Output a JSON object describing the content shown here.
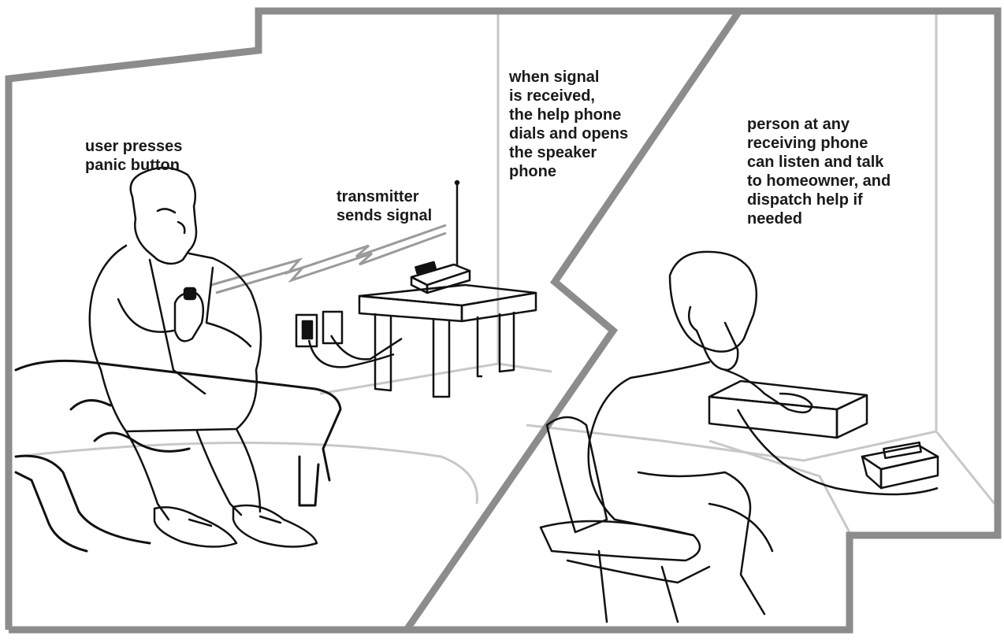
{
  "captions": {
    "user": "user presses\npanic button",
    "transmitter": "transmitter\nsends signal",
    "help_phone": "when signal\nis received,\nthe help phone\ndials and opens\nthe speaker\nphone",
    "receiver": "person at any\nreceiving phone\ncan listen and talk\nto homeowner, and\ndispatch help if\nneeded"
  },
  "colors": {
    "frame": "#8c8c8c",
    "wall_lines": "#c8c8c8",
    "ink": "#111111",
    "background": "#ffffff"
  }
}
